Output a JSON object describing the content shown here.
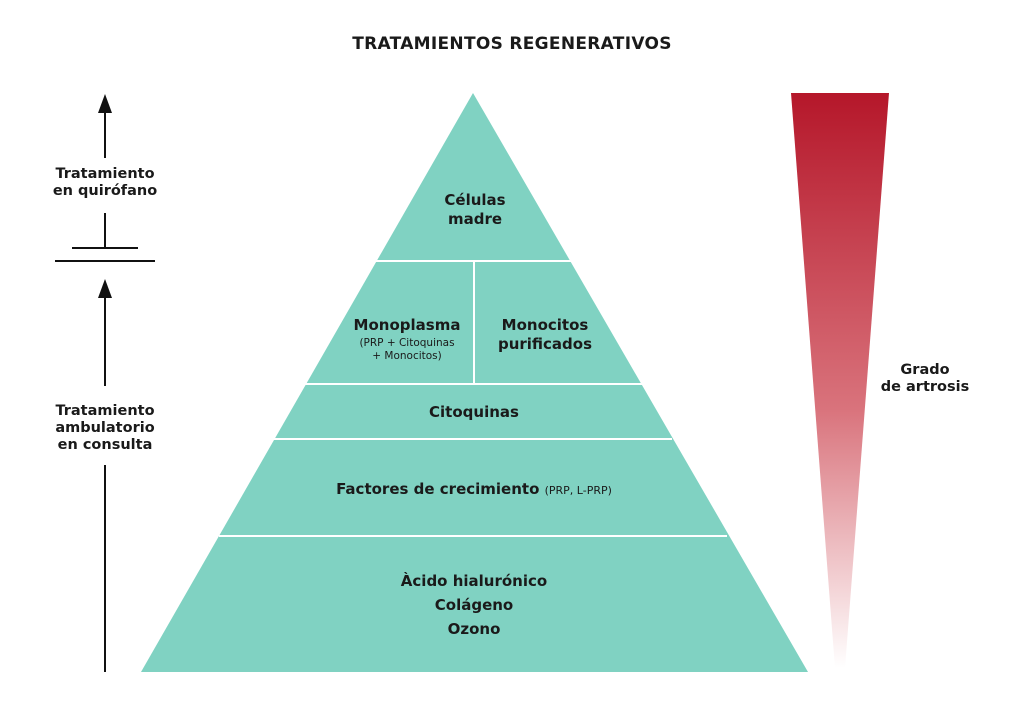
{
  "title": "TRATAMIENTOS REGENERATIVOS",
  "left_axis": {
    "upper_label": "Tratamiento\nen quirófano",
    "lower_label": "Tratamiento\nambulatorio\nen consulta"
  },
  "right_axis": {
    "label": "Grado\nde artrosis"
  },
  "pyramid": {
    "tier1": {
      "label": "Células\nmadre"
    },
    "tier2_left": {
      "label": "Monoplasma",
      "sub": "(PRP + Citoquinas\n+ Monocitos)"
    },
    "tier2_right": {
      "label": "Monocitos\npurificados"
    },
    "tier3": {
      "label": "Citoquinas"
    },
    "tier4": {
      "label": "Factores de crecimiento",
      "sub": "(PRP, L-PRP)"
    },
    "tier5": {
      "label": "Àcido hialurónico\nColágeno\nOzono"
    }
  },
  "colors": {
    "pyramid_fill": "#80d2c2",
    "divider": "#ffffff",
    "gradient_top": "#b5172a",
    "gradient_bottom": "#ffffff",
    "axis": "#111111"
  }
}
